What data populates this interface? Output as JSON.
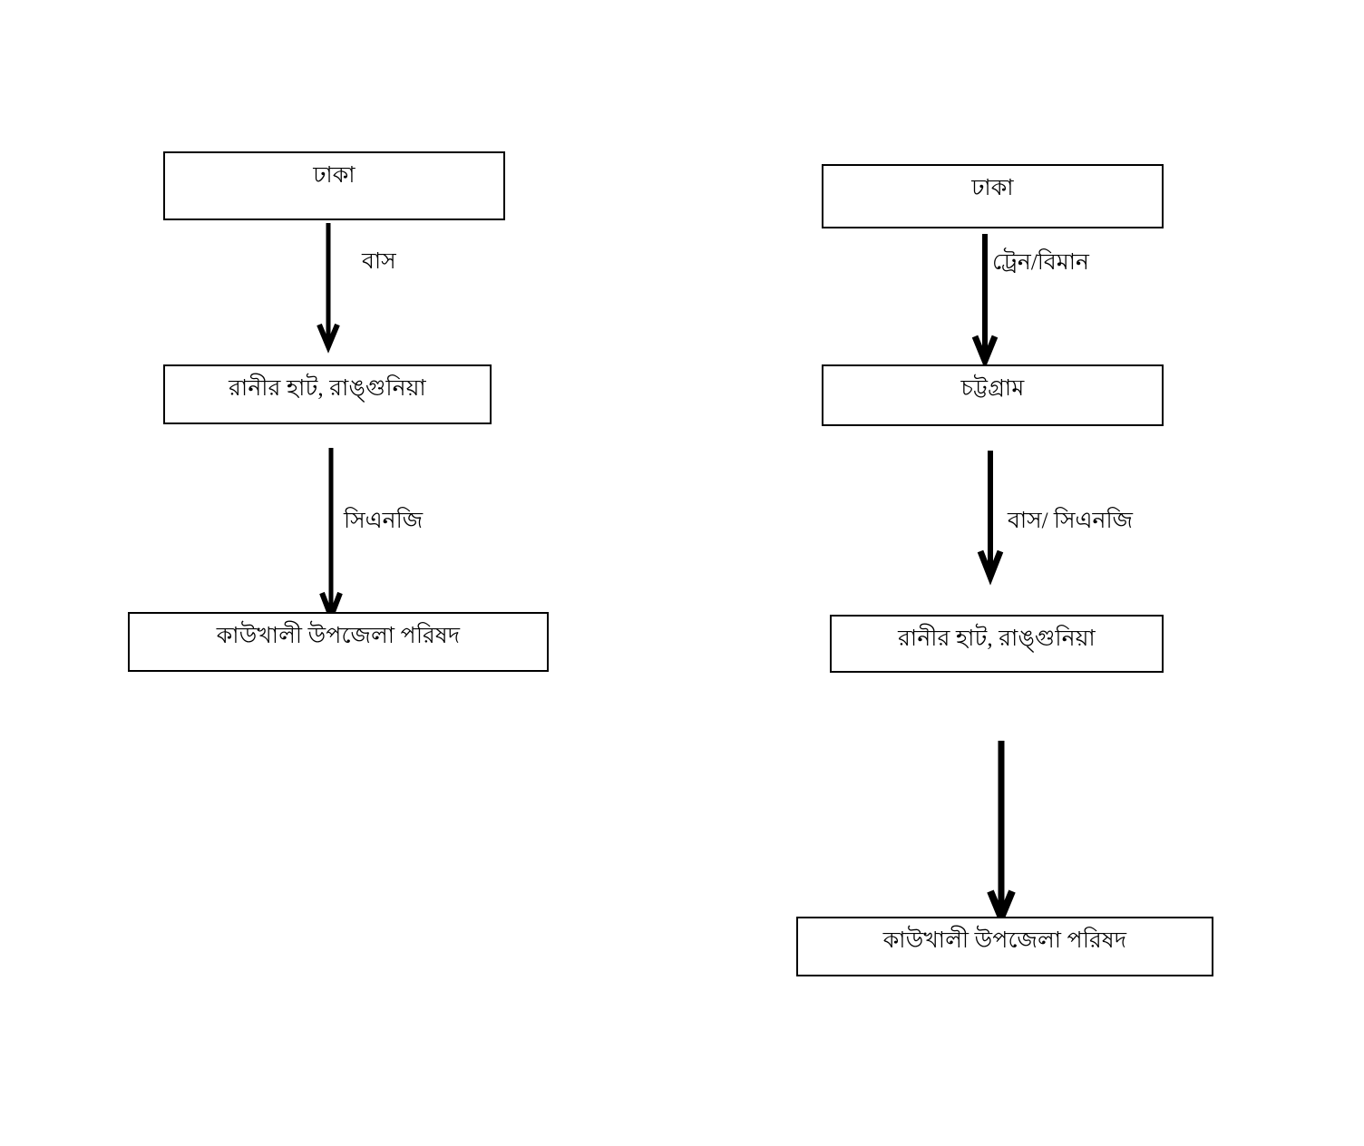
{
  "diagram": {
    "type": "flowchart",
    "background_color": "#ffffff",
    "line_color": "#000000",
    "text_color": "#000000",
    "routes": [
      {
        "id": "route-left",
        "nodes": [
          {
            "id": "l1",
            "label": "ঢাকা"
          },
          {
            "id": "l2",
            "label": "রানীর হাট, রাঙ্গুনিয়া"
          },
          {
            "id": "l3",
            "label": "কাউখালী উপজেলা পরিষদ"
          }
        ],
        "edges": [
          {
            "id": "l-edge1",
            "from": "l1",
            "to": "l2",
            "label": "বাস"
          },
          {
            "id": "l-edge2",
            "from": "l2",
            "to": "l3",
            "label": "সিএনজি"
          }
        ]
      },
      {
        "id": "route-right",
        "nodes": [
          {
            "id": "r1",
            "label": "ঢাকা"
          },
          {
            "id": "r2",
            "label": "চট্টগ্রাম"
          },
          {
            "id": "r3",
            "label": "রানীর হাট, রাঙ্গুনিয়া"
          },
          {
            "id": "r4",
            "label": "কাউখালী উপজেলা পরিষদ"
          }
        ],
        "edges": [
          {
            "id": "r-edge1",
            "from": "r1",
            "to": "r2",
            "label": "ট্রেন/বিমান"
          },
          {
            "id": "r-edge2",
            "from": "r2",
            "to": "r3",
            "label": "বাস/ সিএনজি"
          },
          {
            "id": "r-edge3",
            "from": "r3",
            "to": "r4",
            "label": ""
          }
        ]
      }
    ]
  }
}
